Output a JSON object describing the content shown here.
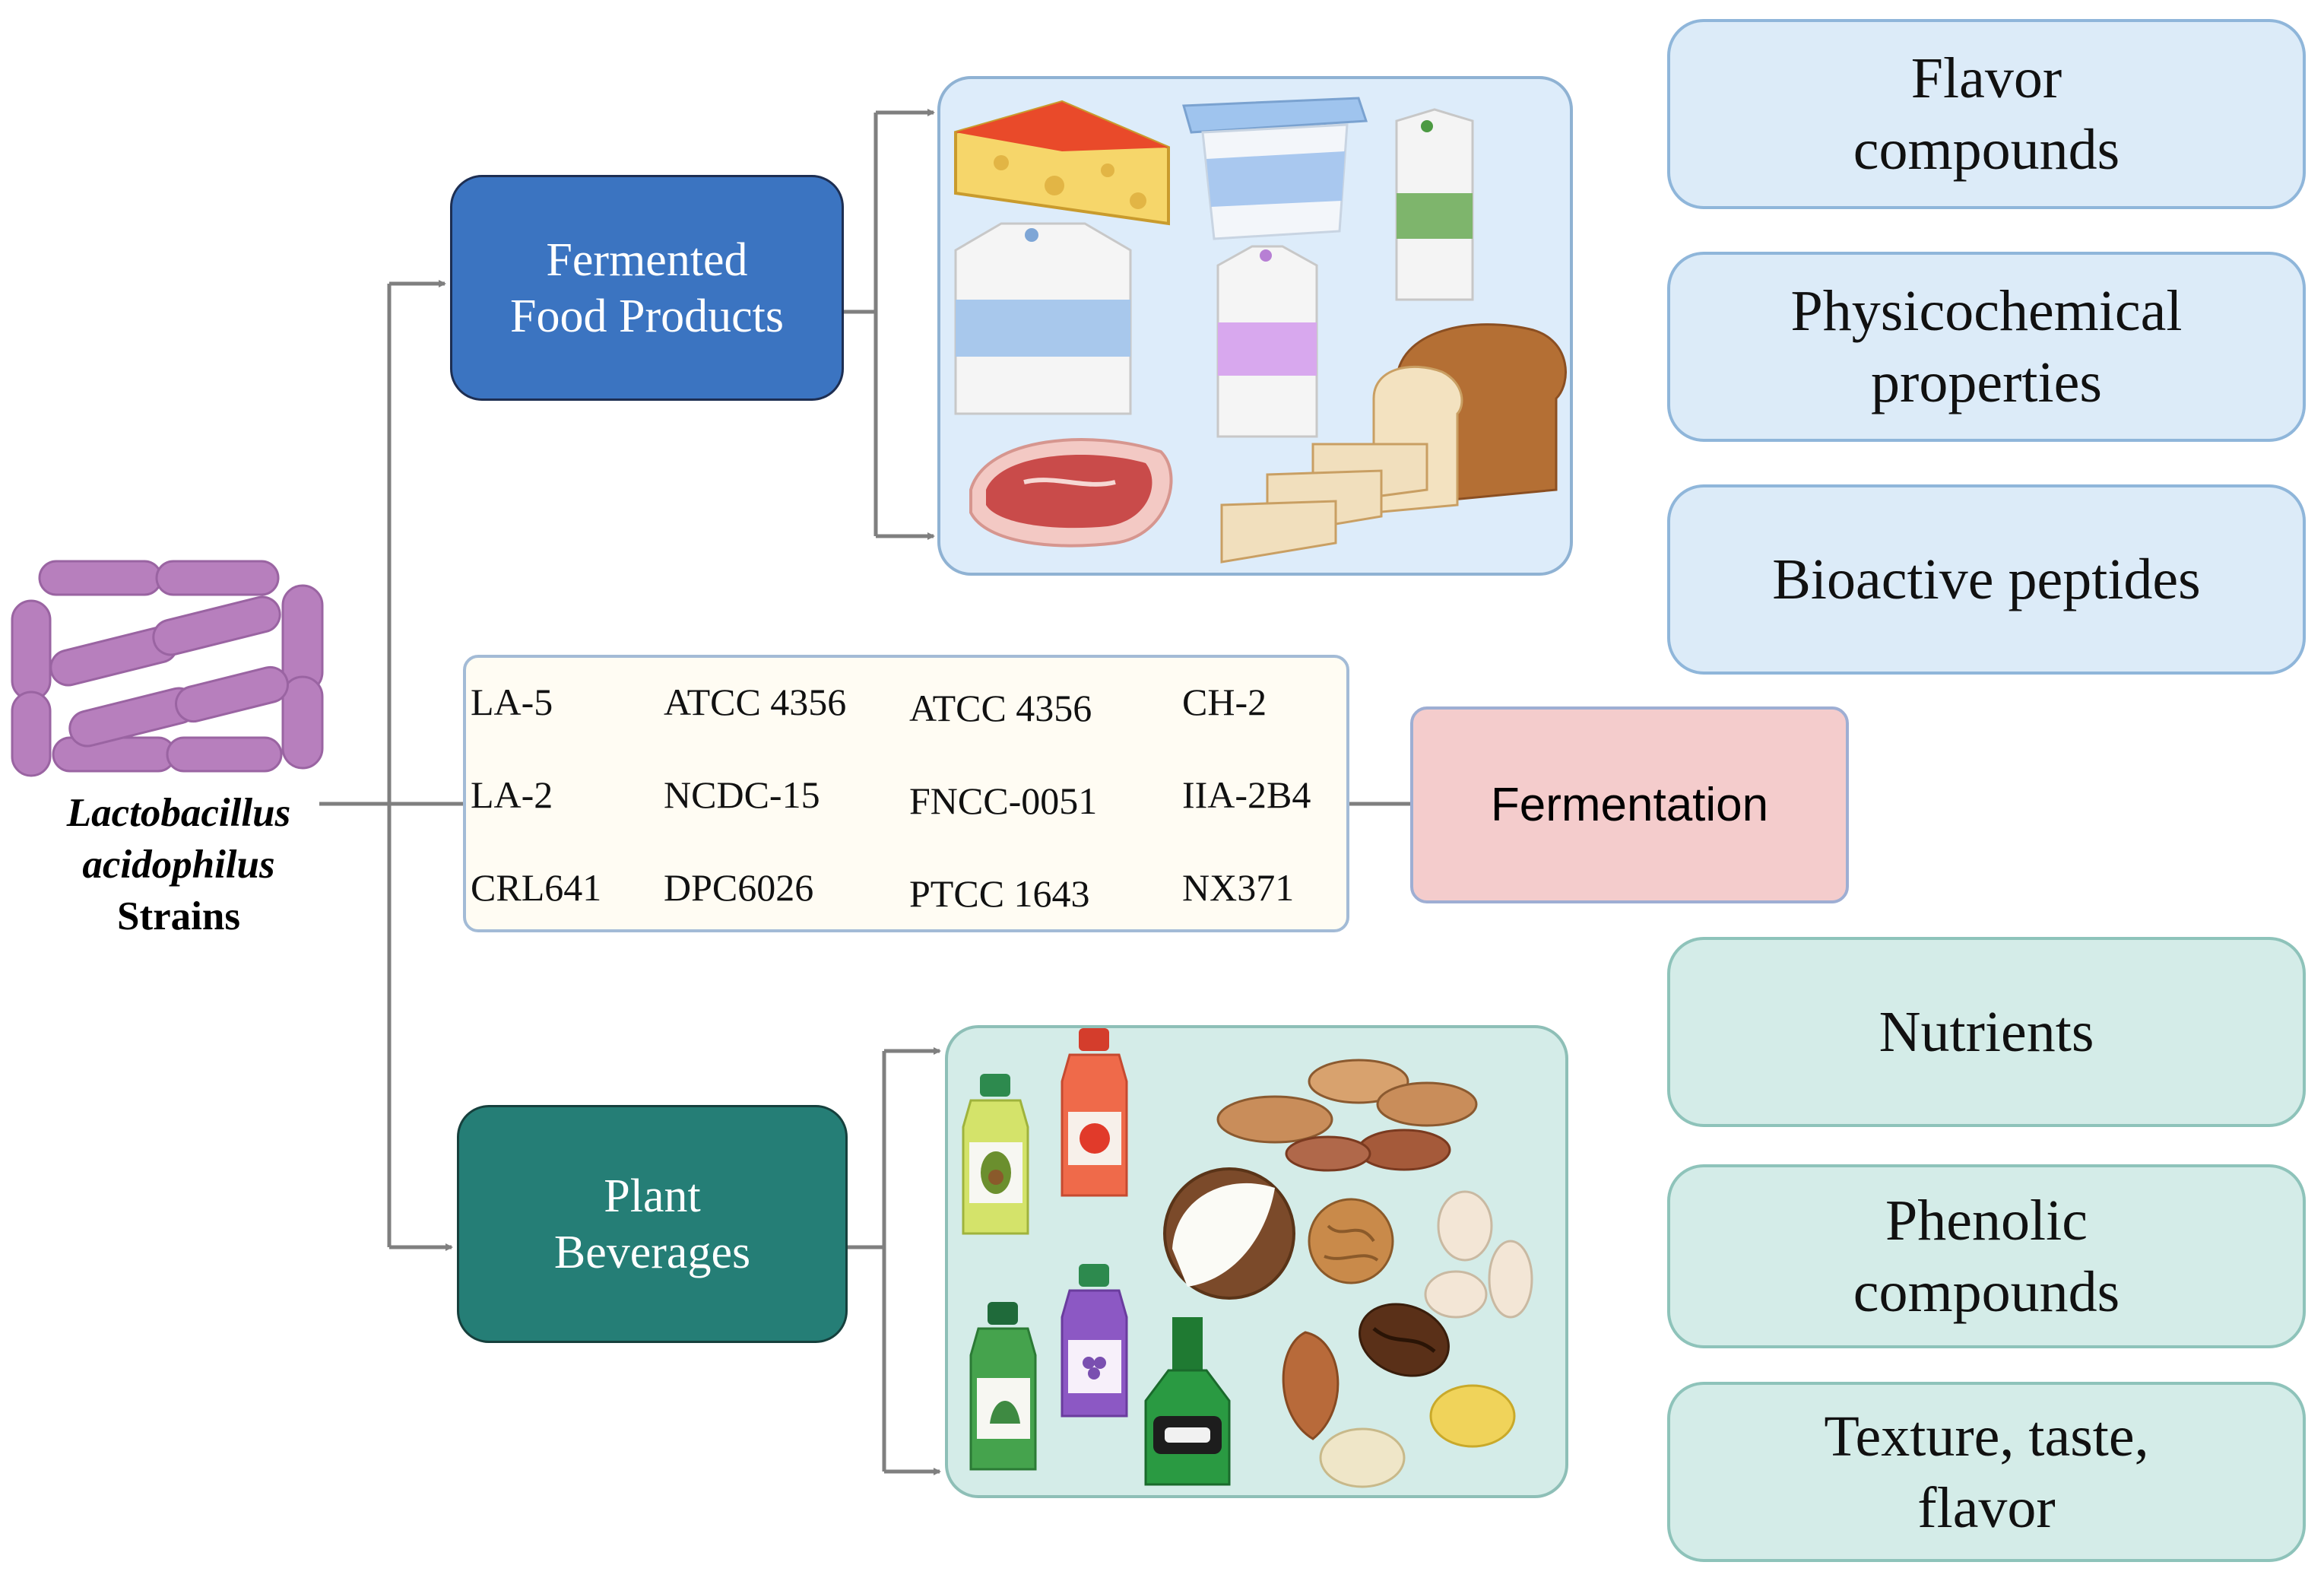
{
  "organism": {
    "genus": "Lactobacillus",
    "species": "acidophilus",
    "suffix": "Strains",
    "icon": "rod-bacteria-icon"
  },
  "categories": {
    "fermented": {
      "line1": "Fermented",
      "line2": "Food Products"
    },
    "plant": {
      "line1": "Plant",
      "line2": "Beverages"
    }
  },
  "panels": {
    "dairy": {
      "icons": [
        "cheese-icon",
        "yogurt-cup-icon",
        "milk-carton-icon",
        "meat-icon",
        "bread-icon"
      ]
    },
    "plant": {
      "icons": [
        "juice-bottle-icon",
        "tomato-juice-icon",
        "coconut-icon",
        "nuts-icon",
        "beans-icon",
        "coffee-bean-icon",
        "grape-juice-icon",
        "beer-bottle-icon",
        "almond-icon"
      ]
    }
  },
  "strains": [
    [
      "LA-5",
      "ATCC 4356",
      "ATCC 4356",
      "CH-2"
    ],
    [
      "LA-2",
      "NCDC-15",
      "FNCC-0051",
      "IIA-2B4"
    ],
    [
      "CRL641",
      "DPC6026",
      "PTCC 1643",
      "NX371"
    ]
  ],
  "process": {
    "label": "Fermentation"
  },
  "outcomes_fermented": [
    {
      "line1": "Flavor",
      "line2": "compounds"
    },
    {
      "line1": "Physicochemical",
      "line2": "properties"
    },
    {
      "line1": "Bioactive peptides",
      "line2": ""
    }
  ],
  "outcomes_plant": [
    {
      "line1": "Nutrients",
      "line2": ""
    },
    {
      "line1": "Phenolic",
      "line2": "compounds"
    },
    {
      "line1": "Texture, taste,",
      "line2": "flavor"
    }
  ],
  "colors": {
    "fermented_box": "#3b74c1",
    "plant_box": "#257e76",
    "fermentation_box": "#f4cccc",
    "outcome_blue": "#dcebf8",
    "outcome_teal": "#d4ece8",
    "bacteria": "#b77fbd",
    "connector": "#7f7f7f"
  }
}
